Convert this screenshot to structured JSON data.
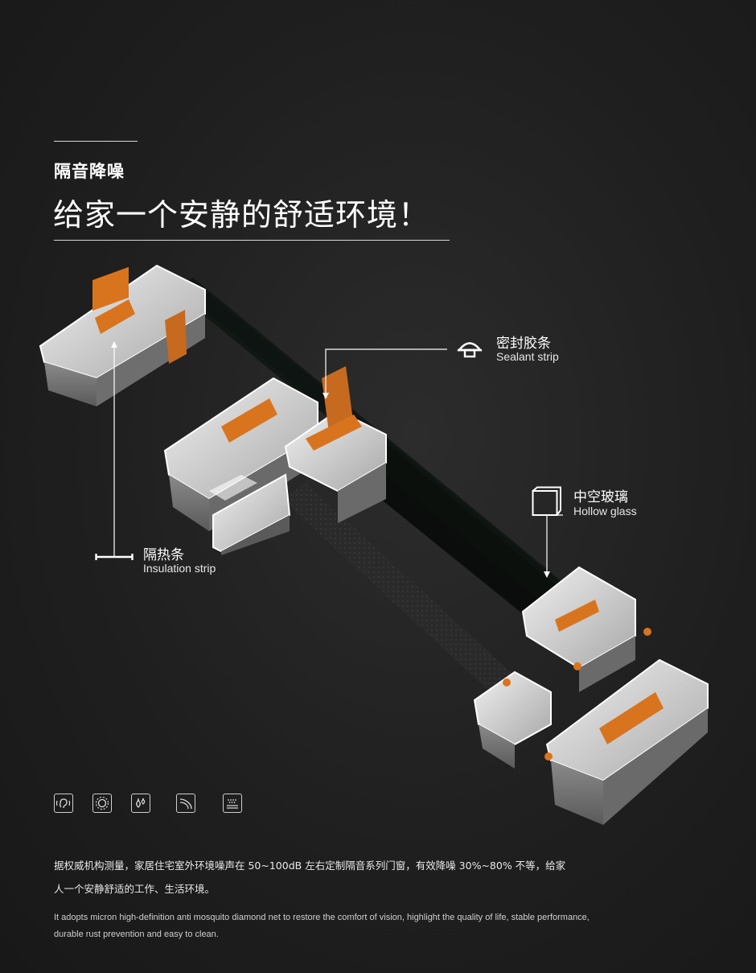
{
  "header": {
    "kicker": "隔音降噪",
    "headline": "给家一个安静的舒适环境！"
  },
  "callouts": {
    "sealant": {
      "cn": "密封胶条",
      "en": "Sealant strip",
      "icon": "sealant-strip-icon"
    },
    "hollow_glass": {
      "cn": "中空玻璃",
      "en": "Hollow glass",
      "icon": "hollow-glass-icon"
    },
    "insulation": {
      "cn": "隔热条",
      "en": "Insulation strip",
      "icon": "insulation-strip-icon"
    }
  },
  "features": [
    {
      "icon": "ear-sound-icon"
    },
    {
      "icon": "sun-gear-icon"
    },
    {
      "icon": "water-drops-icon"
    },
    {
      "icon": "wind-lines-icon"
    },
    {
      "icon": "mesh-screen-icon"
    }
  ],
  "body": {
    "cn_line1": "据权威机构测量，家居住宅室外环境噪声在 50~100dB 左右定制隔音系列门窗，有效降噪 30%~80% 不等，给家",
    "cn_line2": "人一个安静舒适的工作、生活环境。",
    "en_line1": "It adopts micron high-definition anti mosquito diamond net to restore the comfort of vision, highlight the quality of life, stable performance,",
    "en_line2": "durable rust prevention and easy to clean."
  },
  "colors": {
    "background": "#1f1f1f",
    "profile_metal": "#dcdcdc",
    "insulation_orange": "#d9741e",
    "glass": "#1a2a22"
  }
}
